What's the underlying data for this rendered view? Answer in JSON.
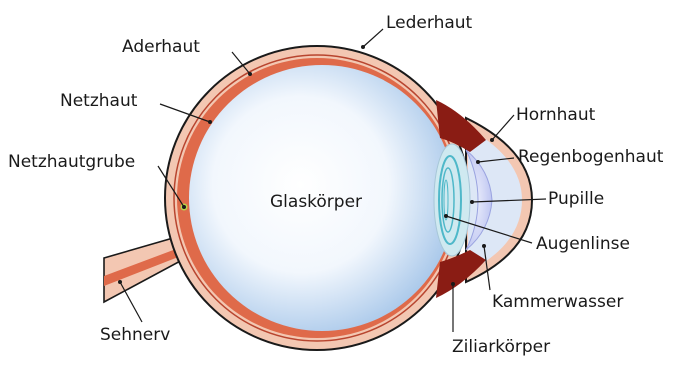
{
  "diagram": {
    "center_label": "Glaskörper",
    "labels": {
      "lederhaut": "Lederhaut",
      "aderhaut": "Aderhaut",
      "netzhaut": "Netzhaut",
      "netzhautgrube": "Netzhautgrube",
      "hornhaut": "Hornhaut",
      "regenbogenhaut": "Regenbogenhaut",
      "pupille": "Pupille",
      "augenlinse": "Augenlinse",
      "kammerwasser": "Kammerwasser",
      "sehnerv": "Sehnerv",
      "ziliarkoerper": "Ziliarkörper"
    },
    "colors": {
      "sclera": "#f3c7b2",
      "retina": "#df6a4a",
      "choroid_line": "#b8452f",
      "vitreous_center": "#ffffff",
      "vitreous_edge": "#b9d3ef",
      "cornea": "#d9e6f5",
      "iris": "#c8cef0",
      "ciliary": "#8a1c14",
      "lens_ring": "#4fb8c9",
      "fovea": "#b7d64a",
      "outline": "#1a1a1a"
    }
  }
}
